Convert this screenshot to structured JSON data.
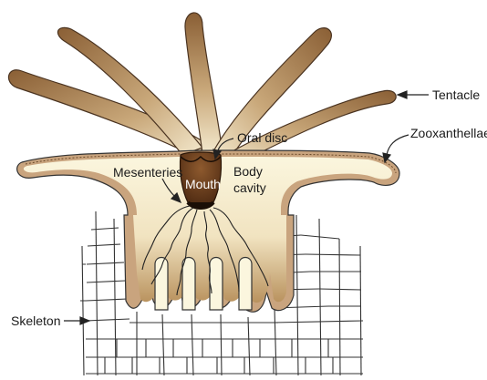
{
  "labels": {
    "tentacle": "Tentacle",
    "oral_disc": "Oral disc",
    "zooxanthellae": "Zooxanthellae",
    "mesenteries": "Mesenteries",
    "mouth": "Mouth",
    "body_cavity_line1": "Body",
    "body_cavity_line2": "cavity",
    "skeleton": "Skeleton"
  },
  "colors": {
    "tentacle_dark": "#8a5f35",
    "tentacle_light": "#f3e8cc",
    "body_fill": "#fbf6de",
    "body_shade": "#b9925e",
    "mouth": "#5a3217",
    "tissue_band": "#c9a47e",
    "outline": "#333333"
  }
}
